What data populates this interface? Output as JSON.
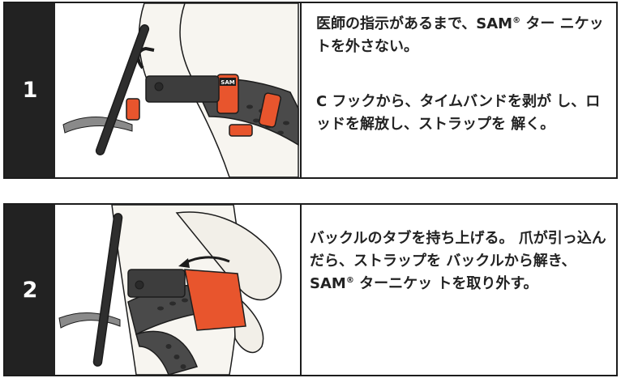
{
  "steps": [
    {
      "number": "1",
      "text_a_pre": "医師の指示があるまで、SAM",
      "text_a_post": " ター ニケットを外さない。",
      "text_b": "C フックから、タイムバンドを剥が し、ロッドを解放し、ストラップを 解く。",
      "illustration": "hand-arm-with-sam-tourniquet",
      "logo_text": "SAM"
    },
    {
      "number": "2",
      "text_a_pre": "バックルのタブを持ち上げる。 爪が引っ込んだら、ストラップを バックルから解き、SAM",
      "text_a_post": " ターニケッ トを取り外す。",
      "illustration": "hand-lifting-buckle-tab"
    }
  ],
  "registered_mark": "®",
  "colors": {
    "number_bg": "#222222",
    "accent_orange": "#e8552d",
    "strap_gray": "#4a4a4a",
    "border": "#1c1c1c"
  }
}
